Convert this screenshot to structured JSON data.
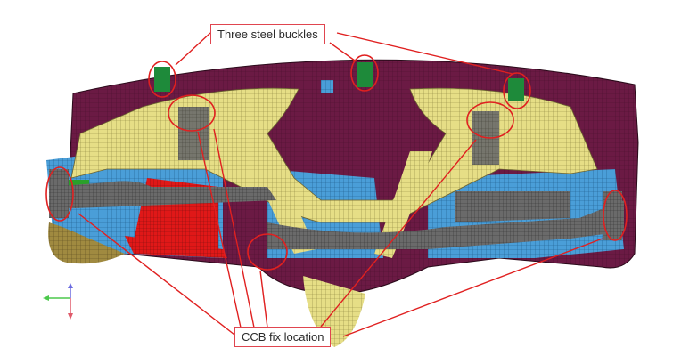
{
  "diagram": {
    "subject": "Instrument panel FE mesh model (rear view)",
    "callouts": [
      {
        "id": "buckles",
        "label": "Three steel buckles",
        "count": 3
      },
      {
        "id": "ccb",
        "label": "CCB fix location",
        "count": 5
      }
    ],
    "axis_triad": {
      "x_color": "#4cc94c",
      "y_color": "#6a6ae0",
      "z_color": "#e05a6a"
    },
    "colors": {
      "panel_shell": "#6b1a44",
      "duct": "#e8e08a",
      "bracket_blue": "#4a9ed8",
      "ccb_beam": "#6a6a6a",
      "red_part": "#e01818",
      "magenta_part": "#b020b0",
      "green_part": "#2aa02a",
      "annotation": "#e02020"
    }
  }
}
